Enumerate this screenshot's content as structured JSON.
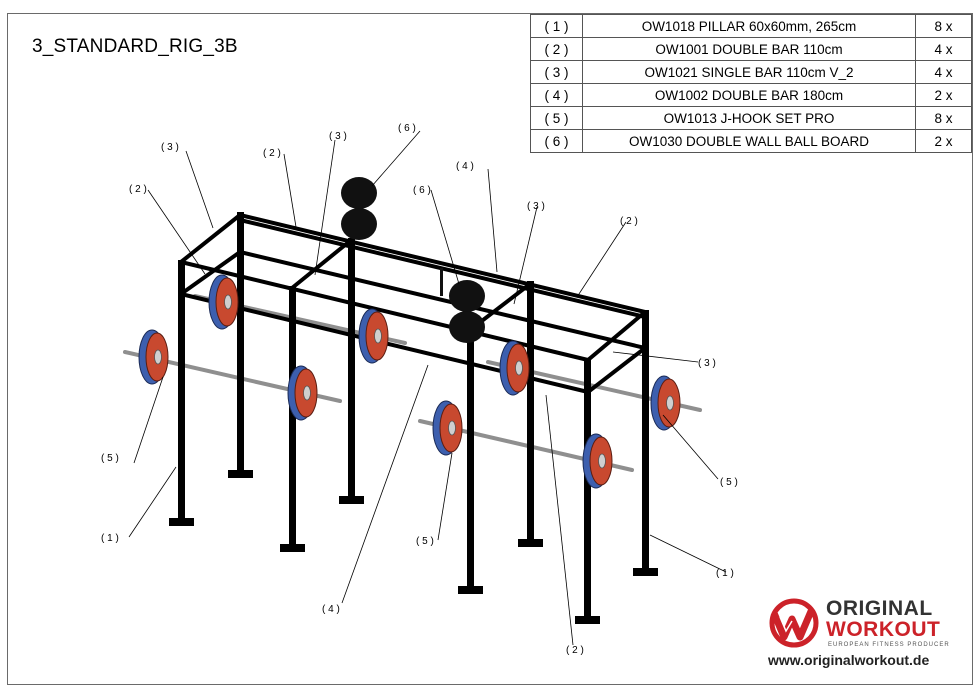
{
  "drawing": {
    "title": "3_STANDARD_RIG_3B"
  },
  "bom": {
    "rows": [
      {
        "no": "( 1 )",
        "description": "OW1018 PILLAR 60x60mm, 265cm",
        "qty": "8 x"
      },
      {
        "no": "( 2 )",
        "description": "OW1001 DOUBLE BAR 110cm",
        "qty": "4 x"
      },
      {
        "no": "( 3 )",
        "description": "OW1021 SINGLE BAR 110cm V_2",
        "qty": "4 x"
      },
      {
        "no": "( 4 )",
        "description": "OW1002 DOUBLE BAR 180cm",
        "qty": "2 x"
      },
      {
        "no": "( 5 )",
        "description": "OW1013 J-HOOK SET PRO",
        "qty": "8 x"
      },
      {
        "no": "( 6 )",
        "description": "OW1030 DOUBLE WALL BALL BOARD",
        "qty": "2 x"
      }
    ]
  },
  "callouts": {
    "c1a": "( 1 )",
    "c1b": "( 1 )",
    "c2a": "( 2 )",
    "c2b": "( 2 )",
    "c2c": "( 2 )",
    "c2d": "( 2 )",
    "c3a": "( 3 )",
    "c3b": "( 3 )",
    "c3c": "( 3 )",
    "c3d": "( 3 )",
    "c4a": "( 4 )",
    "c4b": "( 4 )",
    "c5a": "( 5 )",
    "c5b": "( 5 )",
    "c5c": "( 5 )",
    "c6a": "( 6 )",
    "c6b": "( 6 )"
  },
  "brand": {
    "name_line1": "ORIGINAL",
    "name_line2": "WORKOUT",
    "tagline": "EUROPEAN FITNESS PRODUCER",
    "url": "www.originalworkout.de",
    "colors": {
      "red": "#cc2229",
      "dark": "#333333"
    }
  },
  "colors": {
    "frame": "#000000",
    "plate_red": "#c8492f",
    "plate_blue": "#3d5fae",
    "bar_grey": "#9a9a9a"
  }
}
